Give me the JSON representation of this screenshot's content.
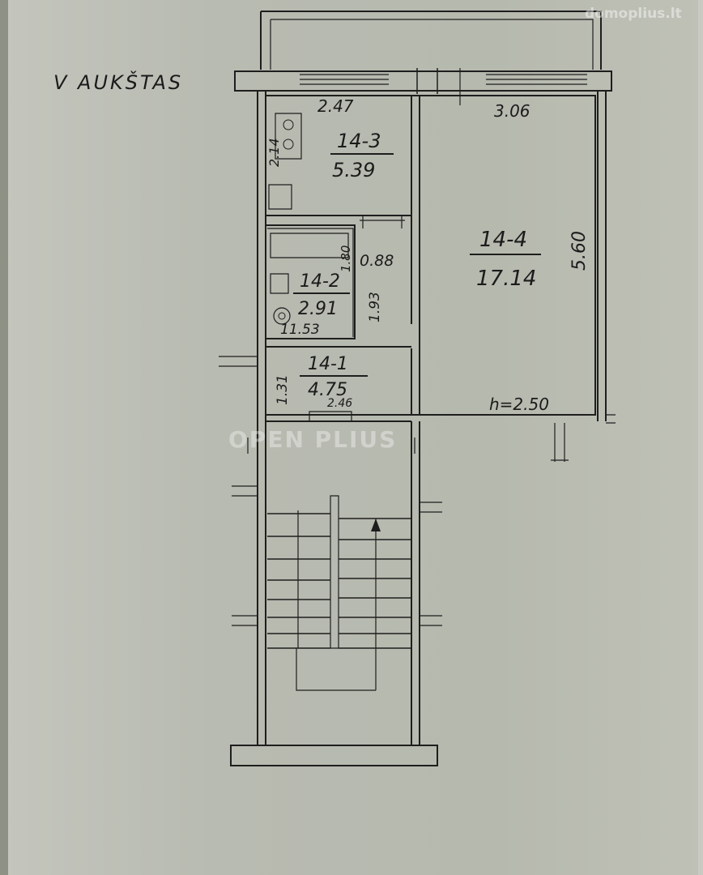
{
  "watermark_top": "domoplius.lt",
  "watermark_center": "OPEN PLIUS",
  "floor_label": "V AUKŠTAS",
  "rooms": [
    {
      "id": "14-3",
      "area": "5.39"
    },
    {
      "id": "14-4",
      "area": "17.14"
    },
    {
      "id": "14-2",
      "area": "2.91"
    },
    {
      "id": "14-1",
      "area": "4.75"
    }
  ],
  "dimensions": {
    "kitchen_width": "2.47",
    "kitchen_depth": "2.14",
    "room_width": "3.06",
    "room_length": "5.60",
    "bath_length": "1.80",
    "bath_width": "11.53",
    "corridor_width": "0.88",
    "corridor_length": "1.93",
    "hall_depth": "1.31",
    "hall_width": "2.46",
    "ceiling_height": "h=2.50"
  }
}
